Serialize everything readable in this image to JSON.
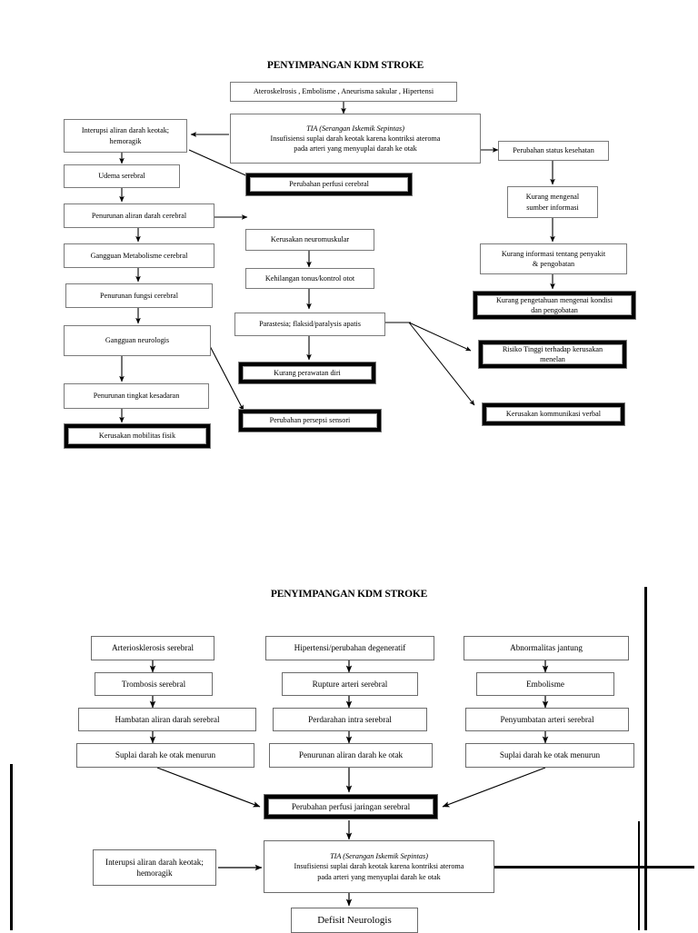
{
  "document": {
    "page_background": "#ffffff",
    "ink_color": "#000000",
    "box_border_color": "#7a7a7a"
  },
  "diagram1": {
    "title": "PENYIMPANGAN KDM STROKE",
    "nodes": {
      "etiology": "Ateroskelrosis , Embolisme  , Aneurisma sakular , Hipertensi",
      "tia_line1": "TIA (Serangan Iskemik Sepintas)",
      "tia_line2": "Insufisiensi suplai darah keotak karena kontriksi ateroma",
      "tia_line3": "pada arteri yang menyuplai darah ke otak",
      "interupsi_line1": "Interupsi aliran darah keotak;",
      "interupsi_line2": "hemoragik",
      "udema": "Udema serebral",
      "penurunan_aliran": "Penurunan aliran darah cerebral",
      "gangguan_metabolisme": "Gangguan Metabolisme cerebral",
      "penurunan_fungsi": "Penurunan fungsi cerebral",
      "gangguan_neurologis": "Gangguan neurologis",
      "penurunan_kesadaran": "Penurunan tingkat kesadaran",
      "kerusakan_mobilitas": "Kerusakan mobilitas fisik",
      "perubahan_perfusi": "Perubahan perfusi cerebral",
      "kerusakan_neuromuskular": "Kerusakan neuromuskular",
      "kehilangan_tonus": "Kehilangan tonus/kontrol otot",
      "parastesia": "Parastesia; flaksid/paralysis apatis",
      "kurang_perawatan": "Kurang perawatan diri",
      "perubahan_persepsi": "Perubahan persepsi sensori",
      "perubahan_status": "Perubahan status kesehatan",
      "kurang_mengenal_line1": "Kurang mengenal",
      "kurang_mengenal_line2": "sumber informasi",
      "kurang_informasi_line1": "Kurang informasi tentang penyakit",
      "kurang_informasi_line2": "& pengobatan",
      "kurang_pengetahuan_line1": "Kurang pengetahuan mengenai kondisi",
      "kurang_pengetahuan_line2": "dan pengobatan",
      "risiko_tinggi_line1": "Risiko  Tinggi terhadap kerusakan",
      "risiko_tinggi_line2": "menelan",
      "kerusakan_komunikasi": "Kerusakan kommunikasi verbal"
    }
  },
  "diagram2": {
    "title": "PENYIMPANGAN KDM STROKE",
    "nodes": {
      "arteriosklerosis": "Arteriosklerosis serebral",
      "hipertensi": "Hipertensi/perubahan degeneratif",
      "abnormalitas": "Abnormalitas jantung",
      "trombosis": "Trombosis serebral",
      "rupture": "Rupture arteri serebral",
      "embolisme": "Embolisme",
      "hambatan": "Hambatan aliran darah serebral",
      "perdarahan": "Perdarahan intra serebral",
      "penyumbatan": "Penyumbatan arteri serebral",
      "suplai_kiri": "Suplai darah ke otak menurun",
      "penurunan_tengah": "Penurunan aliran darah ke otak",
      "suplai_kanan": "Suplai darah ke otak menurun",
      "perubahan_perfusi_jaringan": "Perubahan perfusi jaringan serebral",
      "interupsi_line1": "Interupsi aliran darah keotak;",
      "interupsi_line2": "hemoragik",
      "tia_line1": "TIA (Serangan Iskemik Sepintas)",
      "tia_line2": "Insufisiensi suplai darah keotak karena kontriksi ateroma",
      "tia_line3": "pada arteri yang menyuplai darah ke otak",
      "defisit": "Defisit Neurologis"
    }
  }
}
